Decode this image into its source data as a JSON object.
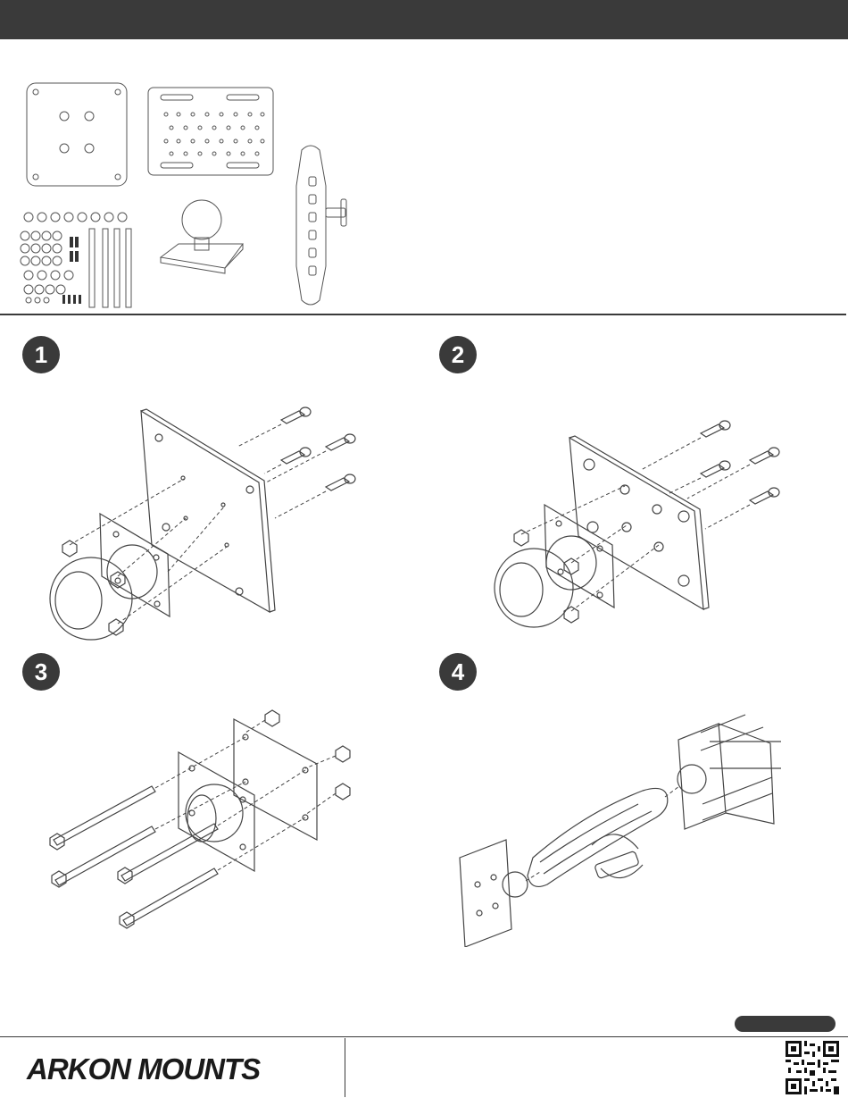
{
  "steps": [
    {
      "number": "1"
    },
    {
      "number": "2"
    },
    {
      "number": "3"
    },
    {
      "number": "4"
    }
  ],
  "footer": {
    "logo_text": "ARKON MOUNTS"
  },
  "icons": {
    "qr": "qr-code-icon"
  }
}
